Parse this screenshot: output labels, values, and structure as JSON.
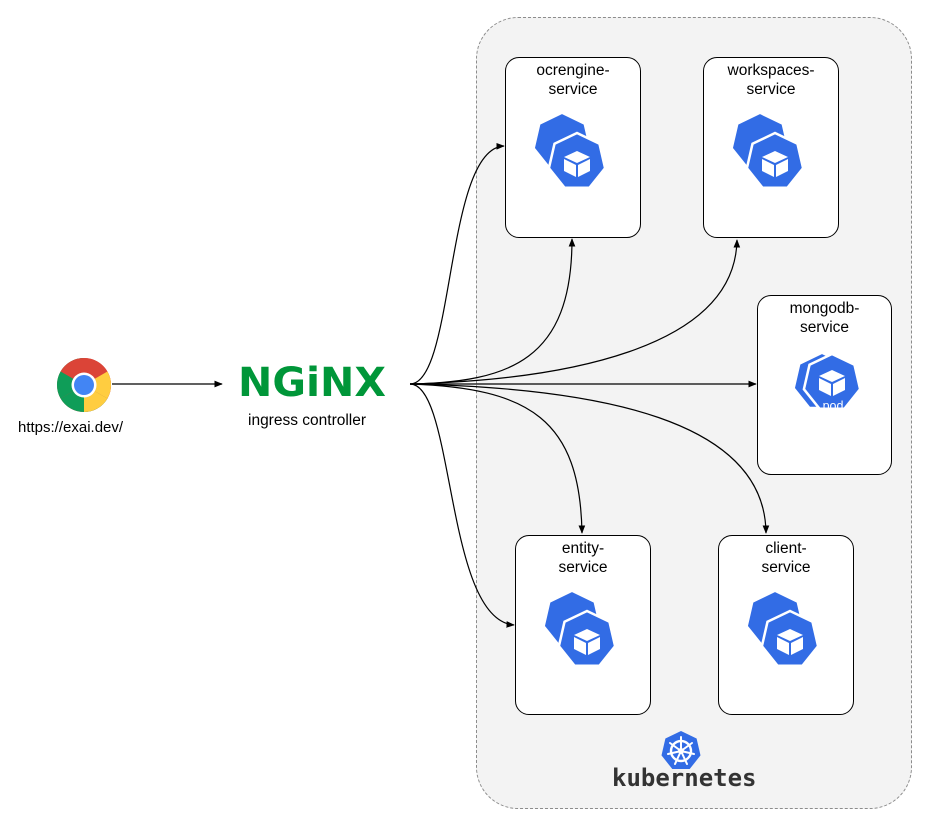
{
  "browser": {
    "icon": "chrome-browser-icon",
    "url": "https://exai.dev/"
  },
  "ingress": {
    "logo_text": "NGiNX",
    "label": "ingress controller",
    "color": "#009639"
  },
  "cluster": {
    "name": "kubernetes",
    "logo_color": "#326ce5"
  },
  "services": [
    {
      "id": "ocrengine",
      "label_line1": "ocrengine-",
      "label_line2": "service",
      "pod_label": "pod"
    },
    {
      "id": "workspaces",
      "label_line1": "workspaces-",
      "label_line2": "service",
      "pod_label": "pod"
    },
    {
      "id": "mongodb",
      "label_line1": "mongodb-",
      "label_line2": "service",
      "pod_label": "pod"
    },
    {
      "id": "entity",
      "label_line1": "entity-",
      "label_line2": "service",
      "pod_label": "pod"
    },
    {
      "id": "client",
      "label_line1": "client-",
      "label_line2": "service",
      "pod_label": "pod"
    }
  ],
  "colors": {
    "pod": "#326ce5",
    "cluster_bg": "#f3f3f3",
    "edge": "#000000"
  }
}
